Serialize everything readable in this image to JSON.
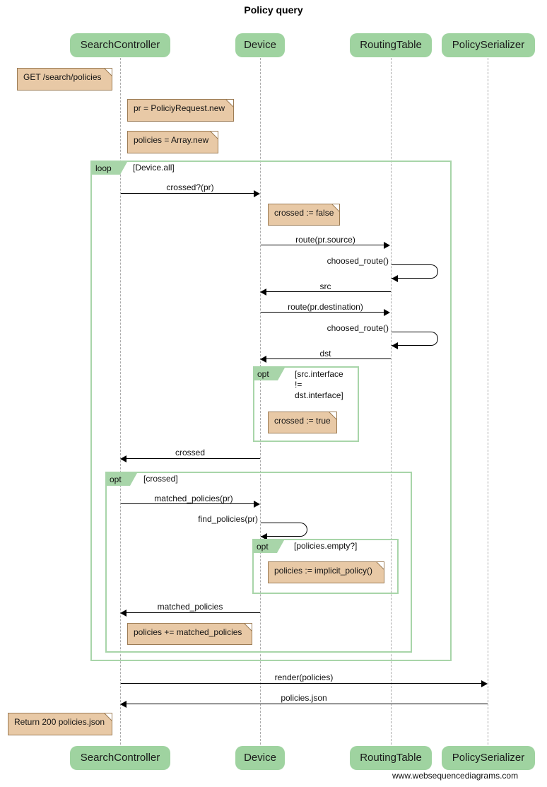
{
  "diagram": {
    "title": "Policy query",
    "footer": "www.websequencediagrams.com",
    "colors": {
      "actor_fill": "#9fd3a0",
      "fragment_stroke": "#a8d5a9",
      "fragment_tab_fill": "#a8d5a9",
      "note_fill": "#e8c9a6",
      "note_stroke": "#9c7c55",
      "lifeline": "#aaaaaa",
      "arrow": "#000000"
    }
  },
  "actors": [
    {
      "id": "search-controller",
      "label": "SearchController"
    },
    {
      "id": "device",
      "label": "Device"
    },
    {
      "id": "routing-table",
      "label": "RoutingTable"
    },
    {
      "id": "policy-serializer",
      "label": "PolicySerializer"
    }
  ],
  "actors_bottom": [
    {
      "id": "search-controller",
      "label": "SearchController"
    },
    {
      "id": "device",
      "label": "Device"
    },
    {
      "id": "routing-table",
      "label": "RoutingTable"
    },
    {
      "id": "policy-serializer",
      "label": "PolicySerializer"
    }
  ],
  "notes": [
    {
      "id": "note-get-search-policies",
      "text": "GET /search/policies"
    },
    {
      "id": "note-pr-new",
      "text": "pr = PoliciyRequest.new"
    },
    {
      "id": "note-policies-array-new",
      "text": "policies = Array.new"
    },
    {
      "id": "note-crossed-false",
      "text": "crossed := false"
    },
    {
      "id": "note-crossed-true",
      "text": "crossed := true"
    },
    {
      "id": "note-implicit-policy",
      "text": "policies := implicit_policy()"
    },
    {
      "id": "note-policies-plus-equals",
      "text": "policies += matched_policies"
    },
    {
      "id": "note-return-200",
      "text": "Return 200 policies.json"
    }
  ],
  "fragments": [
    {
      "id": "fragment-loop-device-all",
      "kind": "loop",
      "guard": "[Device.all]"
    },
    {
      "id": "fragment-opt-interface",
      "kind": "opt",
      "guard": "[src.interface\n!=\ndst.interface]"
    },
    {
      "id": "fragment-opt-crossed",
      "kind": "opt",
      "guard": "[crossed]"
    },
    {
      "id": "fragment-opt-policies-empty",
      "kind": "opt",
      "guard": "[policies.empty?]"
    }
  ],
  "messages": [
    {
      "id": "msg-crossed-pr",
      "label": "crossed?(pr)",
      "from": "SearchController",
      "to": "Device",
      "direction": "right"
    },
    {
      "id": "msg-route-pr-source",
      "label": "route(pr.source)",
      "from": "Device",
      "to": "RoutingTable",
      "direction": "right"
    },
    {
      "id": "msg-choosed-route-1",
      "label": "choosed_route()",
      "from": "RoutingTable",
      "to": "RoutingTable",
      "direction": "self"
    },
    {
      "id": "msg-src",
      "label": "src",
      "from": "RoutingTable",
      "to": "Device",
      "direction": "left"
    },
    {
      "id": "msg-route-pr-destination",
      "label": "route(pr.destination)",
      "from": "Device",
      "to": "RoutingTable",
      "direction": "right"
    },
    {
      "id": "msg-choosed-route-2",
      "label": "choosed_route()",
      "from": "RoutingTable",
      "to": "RoutingTable",
      "direction": "self"
    },
    {
      "id": "msg-dst",
      "label": "dst",
      "from": "RoutingTable",
      "to": "Device",
      "direction": "left"
    },
    {
      "id": "msg-crossed",
      "label": "crossed",
      "from": "Device",
      "to": "SearchController",
      "direction": "left"
    },
    {
      "id": "msg-matched-policies-pr",
      "label": "matched_policies(pr)",
      "from": "SearchController",
      "to": "Device",
      "direction": "right"
    },
    {
      "id": "msg-find-policies-pr",
      "label": "find_policies(pr)",
      "from": "Device",
      "to": "Device",
      "direction": "self"
    },
    {
      "id": "msg-matched-policies",
      "label": "matched_policies",
      "from": "Device",
      "to": "SearchController",
      "direction": "left"
    },
    {
      "id": "msg-render-policies",
      "label": "render(policies)",
      "from": "SearchController",
      "to": "PolicySerializer",
      "direction": "right"
    },
    {
      "id": "msg-policies-json",
      "label": "policies.json",
      "from": "PolicySerializer",
      "to": "SearchController",
      "direction": "left"
    }
  ]
}
